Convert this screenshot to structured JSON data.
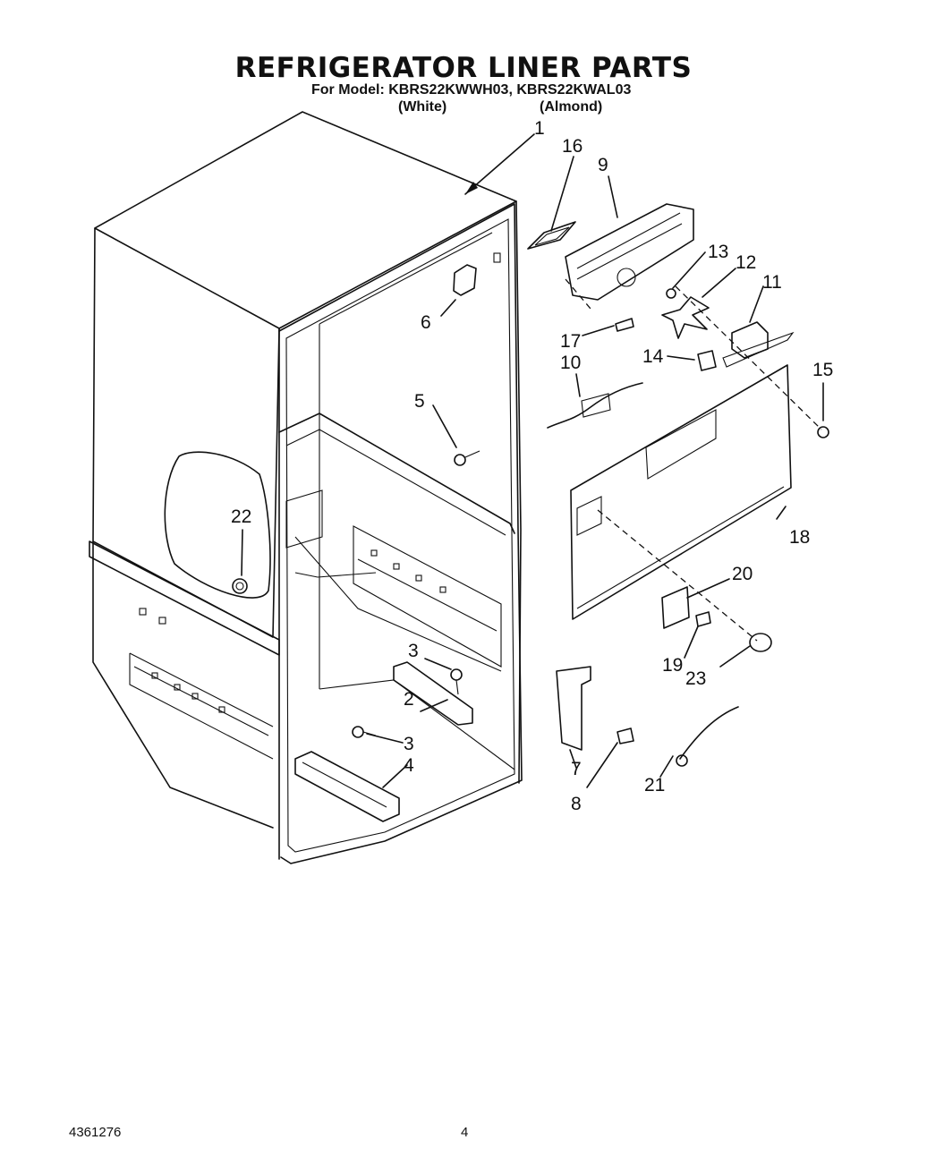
{
  "header": {
    "title": "REFRIGERATOR LINER PARTS",
    "model_line": "For Model: KBRS22KWWH03, KBRS22KWAL03",
    "variant_white": "(White)",
    "variant_almond": "(Almond)"
  },
  "callouts": {
    "n1": "1",
    "n2": "2",
    "n3a": "3",
    "n3b": "3",
    "n4": "4",
    "n5": "5",
    "n6": "6",
    "n7": "7",
    "n8": "8",
    "n9": "9",
    "n10": "10",
    "n11": "11",
    "n12": "12",
    "n13": "13",
    "n14": "14",
    "n15": "15",
    "n16": "16",
    "n17": "17",
    "n18": "18",
    "n19": "19",
    "n20": "20",
    "n21": "21",
    "n22": "22",
    "n23": "23"
  },
  "footer": {
    "part_number": "4361276",
    "page_number": "4"
  }
}
